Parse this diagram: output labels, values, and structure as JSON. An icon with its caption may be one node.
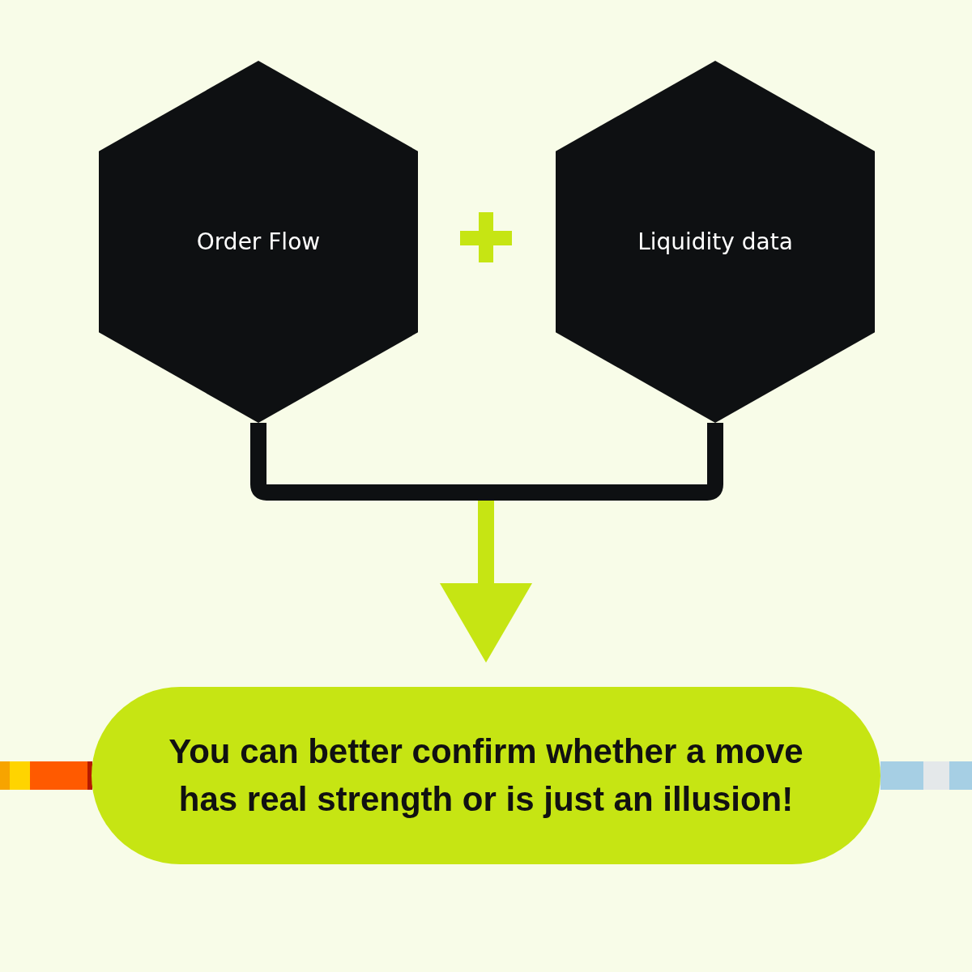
{
  "diagram": {
    "nodes": [
      {
        "text": [
          "Order Flow"
        ]
      },
      {
        "text": [
          "Liquidity data"
        ]
      },
      {
        "text": [
          "You can better confirm whether a move has real strength or is just an illusion!"
        ]
      }
    ],
    "edges": [
      {
        "from": 0,
        "to": 2,
        "arrow": "to"
      },
      {
        "from": 1,
        "to": 2,
        "arrow": "to"
      }
    ]
  }
}
